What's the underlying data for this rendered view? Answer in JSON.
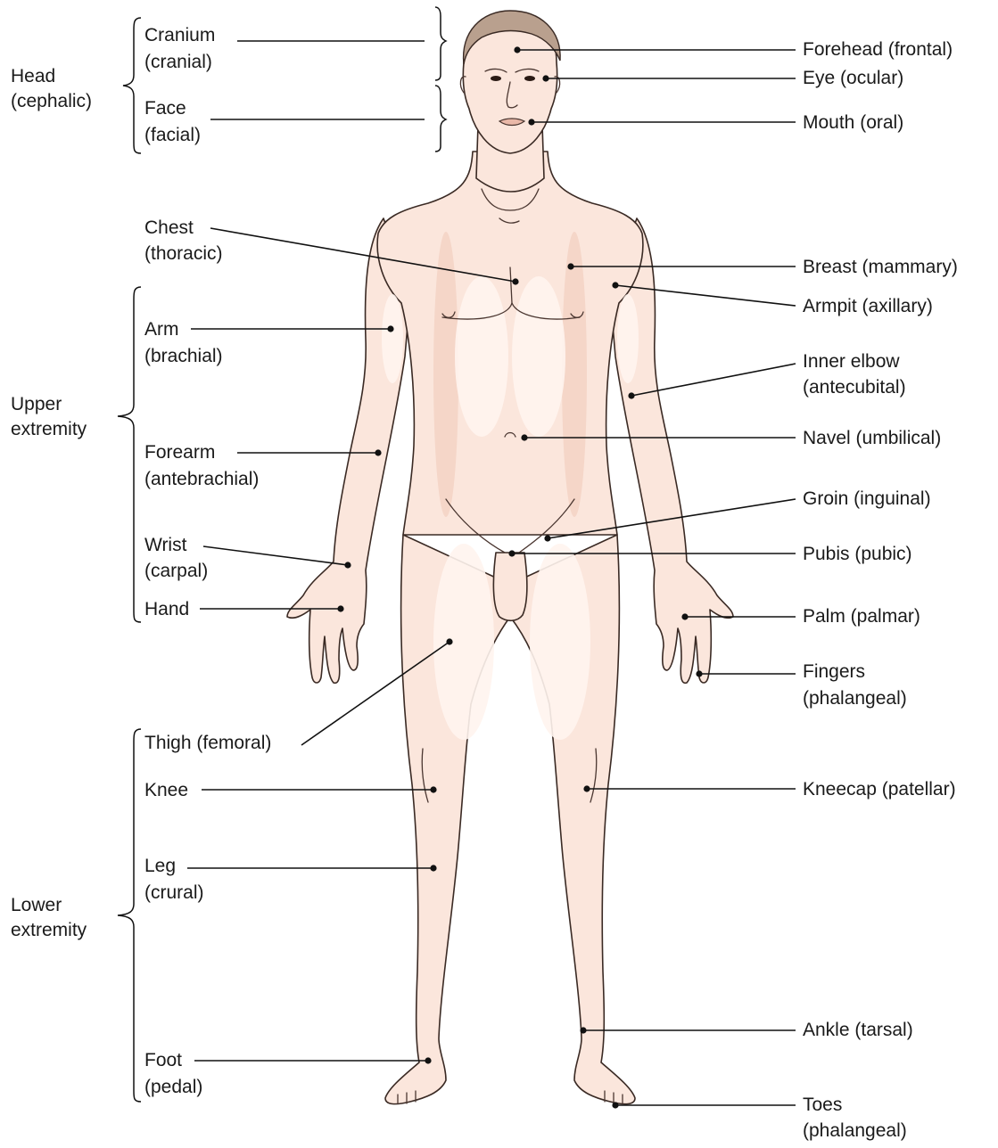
{
  "groups": {
    "head": [
      "Head",
      "(cephalic)"
    ],
    "upper": [
      "Upper",
      "extremity"
    ],
    "lower": [
      "Lower",
      "extremity"
    ]
  },
  "left_labels": {
    "cranium": [
      "Cranium",
      "(cranial)"
    ],
    "face": [
      "Face",
      "(facial)"
    ],
    "chest": [
      "Chest",
      "(thoracic)"
    ],
    "arm": [
      "Arm",
      "(brachial)"
    ],
    "forearm": [
      "Forearm",
      "(antebrachial)"
    ],
    "wrist": [
      "Wrist",
      "(carpal)"
    ],
    "hand": [
      "Hand"
    ],
    "thigh": [
      "Thigh (femoral)"
    ],
    "knee": [
      "Knee"
    ],
    "leg": [
      "Leg",
      "(crural)"
    ],
    "foot": [
      "Foot",
      "(pedal)"
    ]
  },
  "right_labels": {
    "forehead": [
      "Forehead (frontal)"
    ],
    "eye": [
      "Eye (ocular)"
    ],
    "mouth": [
      "Mouth (oral)"
    ],
    "breast": [
      "Breast (mammary)"
    ],
    "armpit": [
      "Armpit (axillary)"
    ],
    "inner_elbow": [
      "Inner elbow",
      "(antecubital)"
    ],
    "navel": [
      "Navel (umbilical)"
    ],
    "groin": [
      "Groin (inguinal)"
    ],
    "pubis": [
      "Pubis (pubic)"
    ],
    "palm": [
      "Palm (palmar)"
    ],
    "fingers": [
      "Fingers",
      "(phalangeal)"
    ],
    "kneecap": [
      "Kneecap (patellar)"
    ],
    "ankle": [
      "Ankle (tarsal)"
    ],
    "toes": [
      "Toes",
      "(phalangeal)"
    ]
  },
  "colors": {
    "skin": "#fbe6dc",
    "skin_shade": "#f3d2c4",
    "hair": "#b9a08e",
    "line": "#111111"
  }
}
